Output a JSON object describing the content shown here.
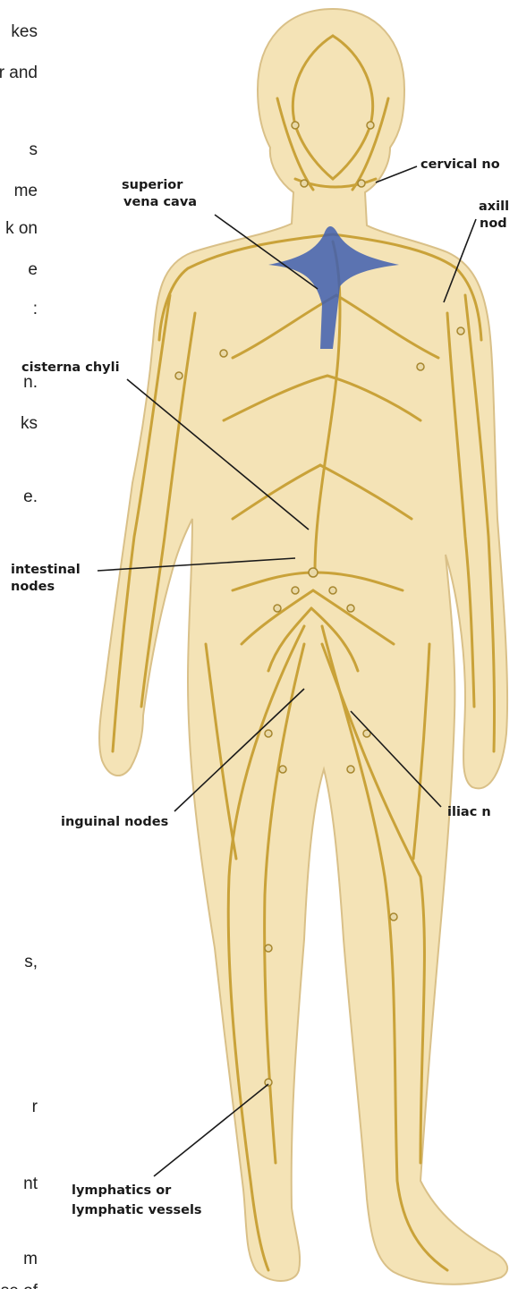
{
  "margin_text": [
    "kes",
    "r and",
    "s",
    "me",
    "k on",
    "e",
    ":",
    "n.",
    "ks",
    "e.",
    "s,",
    "r",
    "nt",
    "m",
    "se of"
  ],
  "labels": {
    "cervical": "cervical no",
    "superior_1": "superior",
    "superior_2": "vena cava",
    "axillary_1": "axill",
    "axillary_2": "nod",
    "cisterna": "cisterna chyli",
    "intestinal_1": "intestinal",
    "intestinal_2": "nodes",
    "inguinal": "inguinal nodes",
    "iliac": "iliac n",
    "lymphatics_1": "lymphatics or",
    "lymphatics_2": "lymphatic vessels"
  },
  "colors": {
    "skin": "#f4e3b6",
    "skin_outline": "#d9c088",
    "vessel": "#c9a239",
    "node": "#e9d9a8",
    "vein": "#3f5fb0",
    "leader": "#1a1a1a"
  }
}
